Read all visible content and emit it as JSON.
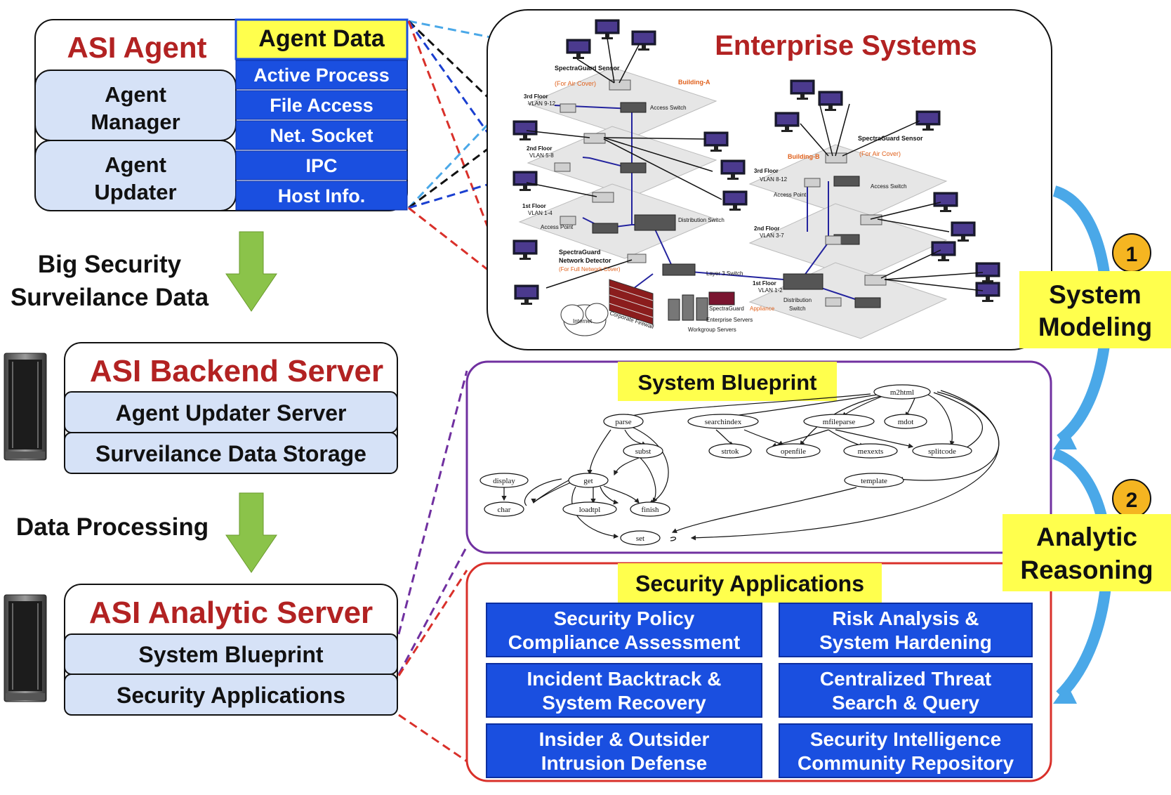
{
  "asi_agent": {
    "title": "ASI Agent",
    "modules": [
      "Agent Manager",
      "Agent Updater"
    ],
    "data_header": "Agent Data",
    "data_items": [
      "Active Process",
      "File Access",
      "Net. Socket",
      "IPC",
      "Host Info."
    ]
  },
  "flow1": {
    "line1": "Big Security",
    "line2": "Surveilance Data"
  },
  "flow2": {
    "label": "Data Processing"
  },
  "backend": {
    "title": "ASI Backend Server",
    "items": [
      "Agent Updater Server",
      "Surveilance Data Storage"
    ]
  },
  "analytic": {
    "title": "ASI Analytic Server",
    "items": [
      "System Blueprint",
      "Security Applications"
    ]
  },
  "enterprise": {
    "title": "Enterprise Systems",
    "labels": {
      "building_a": "Building-A",
      "building_b": "Building-B",
      "sensor_a": "SpectraGuard Sensor",
      "sensor_a_note": "(For Air Cover)",
      "sensor_b": "SpectraGuard Sensor",
      "sensor_b_note": "(For Air Cover)",
      "a_floor3": "3rd Floor",
      "a_floor3_vlan": "VLAN 9-12",
      "a_floor2": "2nd Floor",
      "a_floor2_vlan": "VLAN 5-8",
      "a_floor1": "1st Floor",
      "a_floor1_vlan": "VLAN 1-4",
      "b_floor3": "3rd Floor",
      "b_floor3_vlan": "VLAN 8-12",
      "b_floor2": "2nd Floor",
      "b_floor2_vlan": "VLAN 3-7",
      "b_floor1": "1st Floor",
      "b_floor1_vlan": "VLAN 1-2",
      "access_switch_a": "Access Switch",
      "access_switch_b": "Access Switch",
      "access_point_a": "Access Point",
      "access_point_b": "Access Point",
      "dist_switch_a": "Distribution Switch",
      "dist_switch_b1": "Distribution",
      "dist_switch_b2": "Switch",
      "net_detector1": "SpectraGuard",
      "net_detector2": "Network Detector",
      "net_detector3": "(For Full Network Cover)",
      "layer3": "Layer 3 Switch",
      "internet": "Internet",
      "firewall": "Corporate Firewall",
      "appliance1": "SpectraGuard",
      "appliance2": "Appliance",
      "ent_servers": "Enterprise Servers",
      "wg_servers": "Workgroup Servers"
    }
  },
  "blueprint": {
    "title": "System Blueprint",
    "nodes": [
      "m2html",
      "parse",
      "searchindex",
      "mfileparse",
      "mdot",
      "subst",
      "strtok",
      "openfile",
      "mexexts",
      "splitcode",
      "display",
      "get",
      "template",
      "char",
      "loadtpl",
      "finish",
      "set"
    ]
  },
  "security_apps": {
    "title": "Security Applications",
    "apps": [
      [
        "Security Policy",
        "Compliance Assessment"
      ],
      [
        "Risk Analysis &",
        "System Hardening"
      ],
      [
        "Incident Backtrack &",
        "System Recovery"
      ],
      [
        "Centralized Threat",
        "Search & Query"
      ],
      [
        "Insider & Outsider",
        "Intrusion Defense"
      ],
      [
        "Security Intelligence",
        "Community Repository"
      ]
    ]
  },
  "steps": [
    {
      "number": "1",
      "line1": "System",
      "line2": "Modeling"
    },
    {
      "number": "2",
      "line1": "Analytic",
      "line2": "Reasoning"
    }
  ],
  "colors": {
    "title_red": "#b22222",
    "module_fill": "#d6e2f7",
    "data_blue": "#1a4fe0",
    "header_yellow": "#ffff4d",
    "arrow_green": "#8bc34a",
    "curve_blue": "#4aa8e8",
    "badge_orange": "#f5b521",
    "blueprint_purple": "#7030a0",
    "apps_red": "#d9302a"
  }
}
